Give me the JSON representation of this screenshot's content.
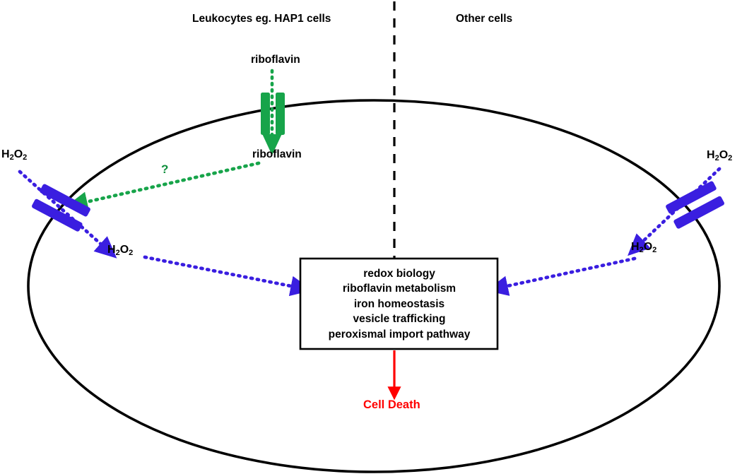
{
  "figure": {
    "type": "cell-biology-schematic",
    "background_color": "#ffffff",
    "colors": {
      "membrane": "#000000",
      "riboflavin_transporter": "#17a44a",
      "riboflavin_arrow": "#17a44a",
      "h2o2_transporter": "#3a1ee0",
      "h2o2_arrow": "#3a1ee0",
      "cell_death_arrow": "#ff0000",
      "cell_death_text": "#ff0000",
      "question_mark": "#0e8f3c",
      "box_border": "#000000",
      "divider": "#000000"
    }
  },
  "headers": {
    "left": "Leukocytes eg. HAP1 cells",
    "right": "Other cells"
  },
  "labels": {
    "riboflavin_outside": "riboflavin",
    "riboflavin_inside": "riboflavin",
    "question": "?",
    "h2o2_left_outside": "H2O2",
    "h2o2_left_inside": "H2O2",
    "h2o2_right_outside": "H2O2",
    "h2o2_right_inside": "H2O2",
    "cell_death": "Cell Death"
  },
  "molecule_parts": {
    "h": "H",
    "two": "2",
    "o": "O"
  },
  "process_box": {
    "lines": [
      "redox biology",
      "riboflavin metabolism",
      "iron homeostasis",
      "vesicle trafficking",
      "peroxismal import pathway"
    ]
  },
  "elements": {
    "cell_membrane": "ellipse",
    "divider_line": "vertical dashed line",
    "riboflavin_transporter": "green membrane channel",
    "h2o2_transporter_left": "blue membrane channel",
    "h2o2_transporter_right": "blue membrane channel"
  }
}
